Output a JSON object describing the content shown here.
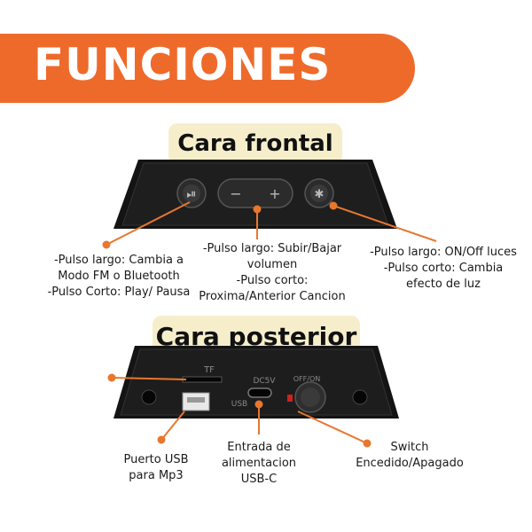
{
  "banner": {
    "title": "FUNCIONES"
  },
  "sections": {
    "front": {
      "title": "Cara frontal"
    },
    "back": {
      "title": "Cara posterior"
    }
  },
  "front_labels": {
    "mode": [
      "-Pulso largo: Cambia a",
      "Modo FM o Bluetooth",
      "-Pulso Corto: Play/ Pausa"
    ],
    "volume": [
      "-Pulso largo: Subir/Bajar",
      "volumen",
      "-Pulso corto:",
      "Proxima/Anterior Cancion"
    ],
    "lights": [
      "-Pulso largo: ON/Off luces",
      "-Pulso corto: Cambia",
      "efecto de luz"
    ]
  },
  "back_labels": {
    "usb": [
      "Puerto USB",
      "para Mp3"
    ],
    "power": [
      "Entrada de",
      "alimentacion",
      "USB-C"
    ],
    "switch": [
      "Switch",
      "Encedido/Apagado"
    ]
  },
  "device_markings": {
    "tf": "TF",
    "dc5v": "DC5V",
    "usb": "USB",
    "onoff": "OFF/ON",
    "minus": "−",
    "plus": "+"
  },
  "colors": {
    "accent": "#ee6a2b",
    "pill": "#f6eecb",
    "device": "#141414",
    "connector": "#e8772e"
  }
}
